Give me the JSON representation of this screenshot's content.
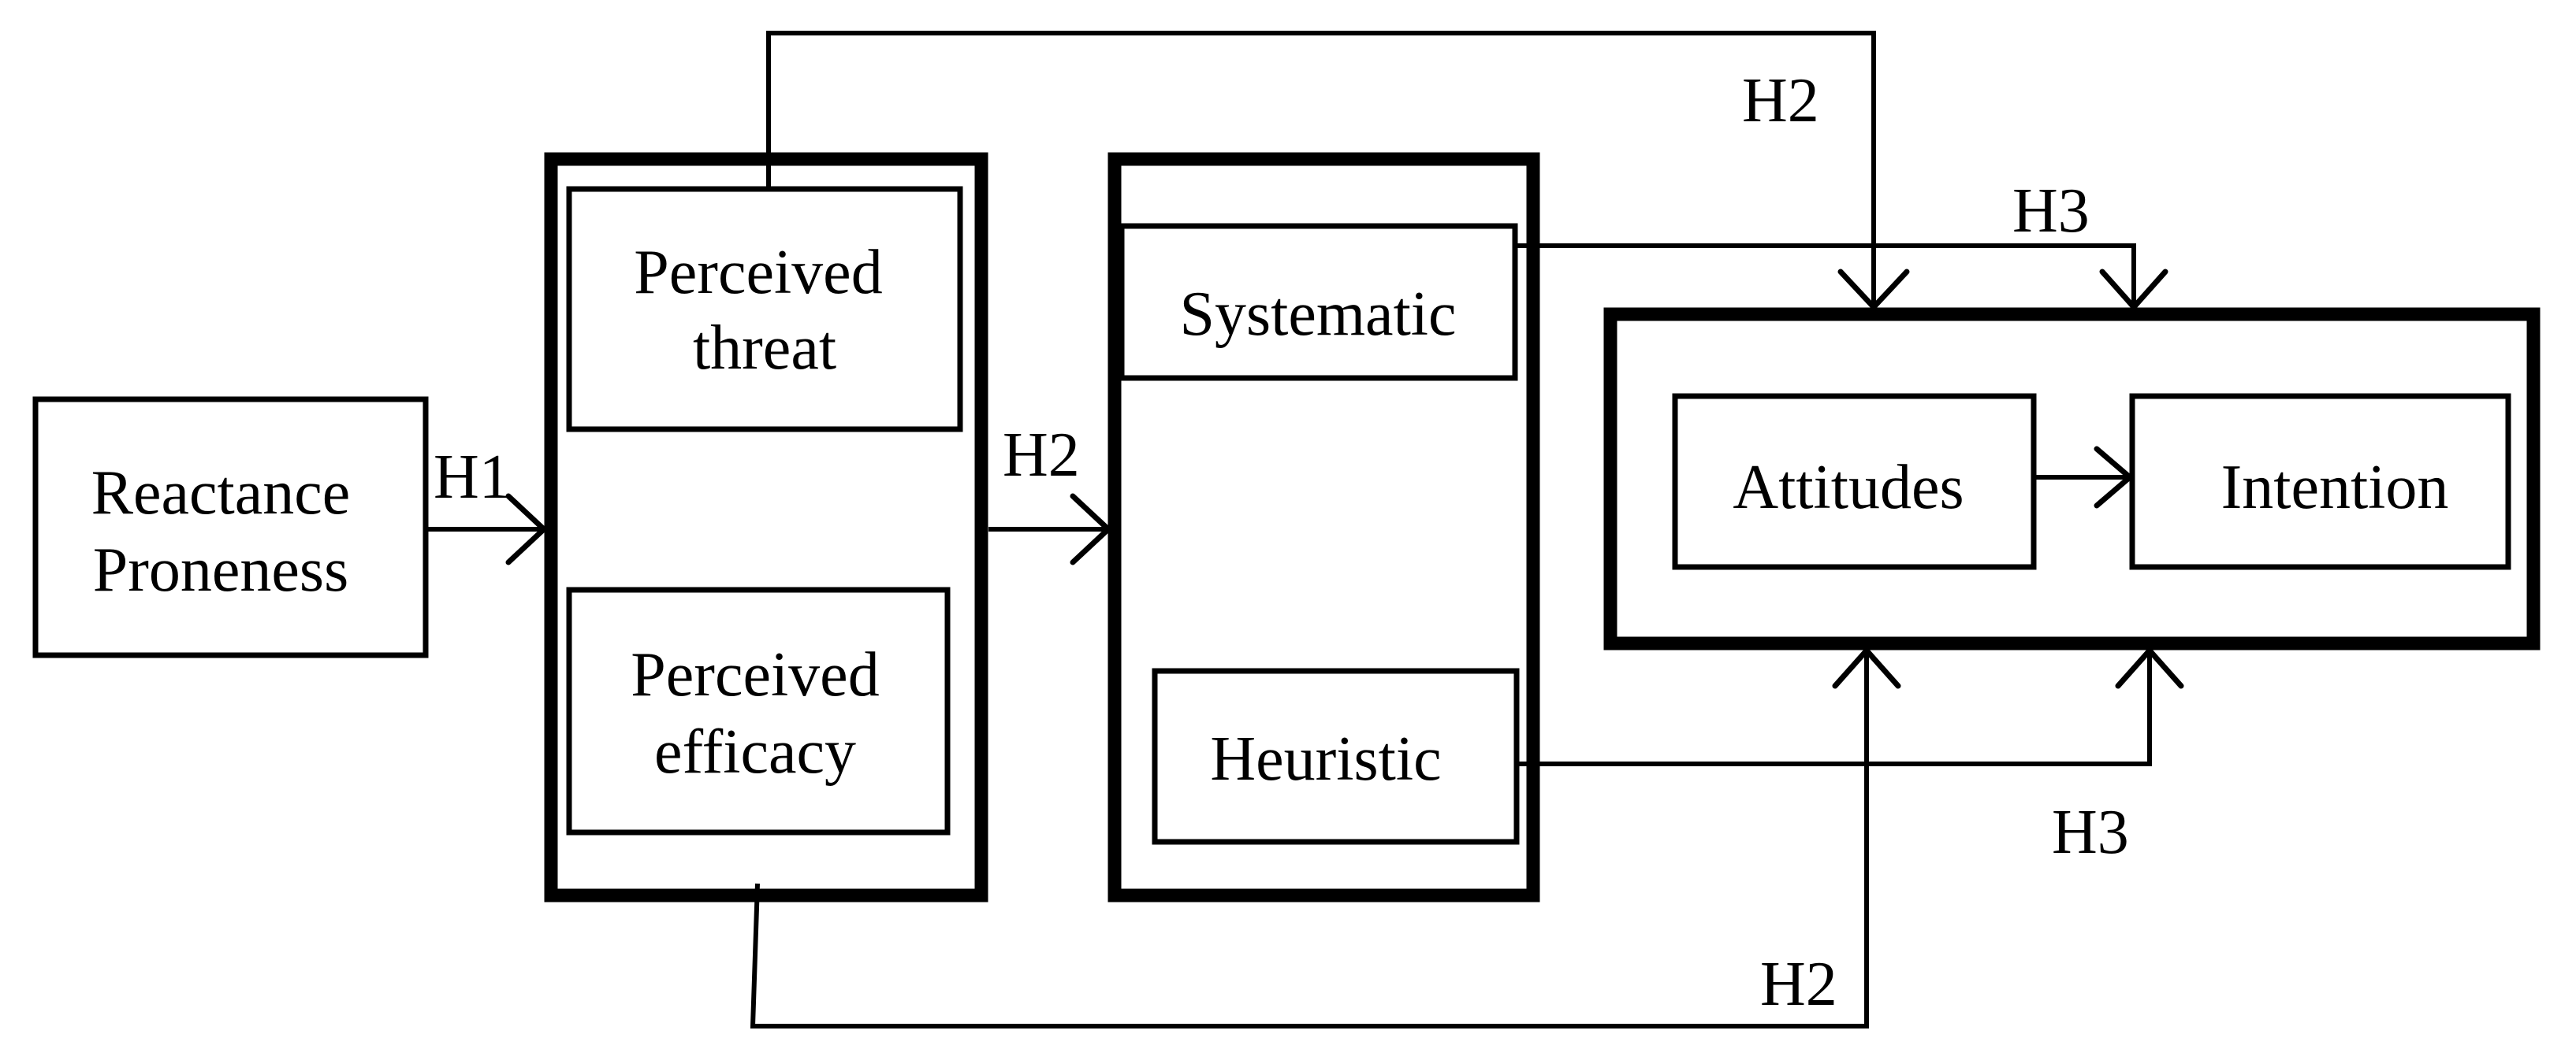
{
  "nodes": {
    "reactance": {
      "line1": "Reactance",
      "line2": "Proneness"
    },
    "threat": {
      "line1": "Perceived",
      "line2": "threat"
    },
    "efficacy": {
      "line1": "Perceived",
      "line2": "efficacy"
    },
    "systematic": {
      "label": "Systematic"
    },
    "heuristic": {
      "label": "Heuristic"
    },
    "attitudes": {
      "label": "Attitudes"
    },
    "intention": {
      "label": "Intention"
    }
  },
  "edges": {
    "h1": {
      "label": "H1"
    },
    "h2_mid": {
      "label": "H2"
    },
    "h2_top": {
      "label": "H2"
    },
    "h2_bottom": {
      "label": "H2"
    },
    "h3_top": {
      "label": "H3"
    },
    "h3_bottom": {
      "label": "H3"
    }
  }
}
